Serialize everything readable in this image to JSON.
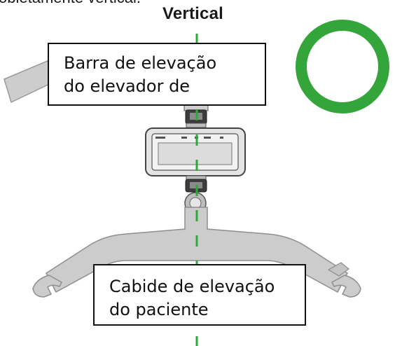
{
  "caption": {
    "partial_text": "obietamente vertical."
  },
  "diagram": {
    "axis_label": "Vertical",
    "status_color": "#33a53a",
    "guide_color": "#2fa83a",
    "lift_bar_label_lines": [
      "Barra de elevação",
      "do elevador de"
    ],
    "hanger_label_lines": [
      "Cabide de elevação",
      "do paciente"
    ],
    "status_indicator": "green-ring"
  }
}
